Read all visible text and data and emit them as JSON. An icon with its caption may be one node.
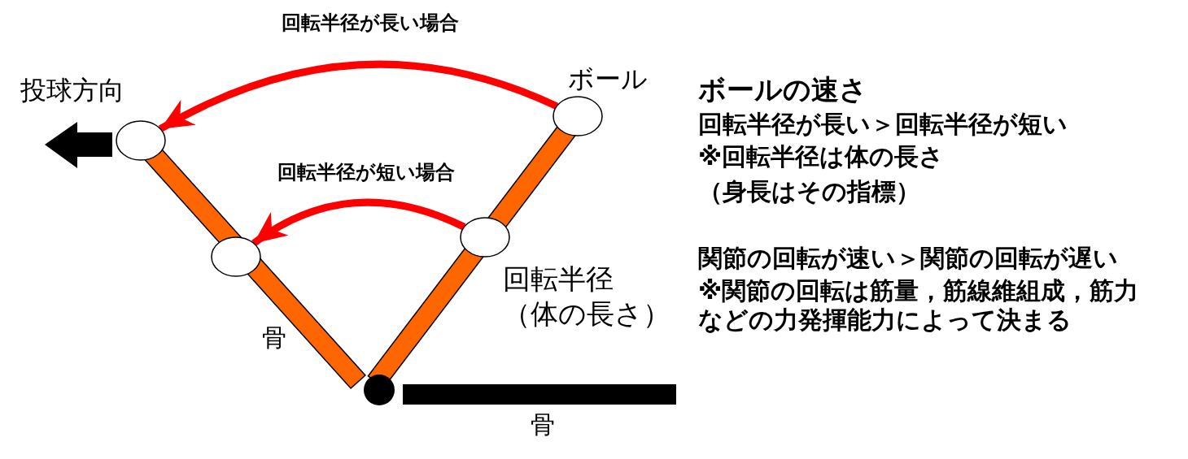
{
  "diagram": {
    "nodes": [
      {
        "text": [],
        "shape": "circle",
        "beside": [
          "ボール"
        ]
      },
      {
        "text": [],
        "shape": "circle"
      },
      {
        "text": [],
        "shape": "circle"
      },
      {
        "text": [],
        "shape": "circle"
      }
    ],
    "edges": [
      {
        "from": 0,
        "to": 1,
        "arrow": "to",
        "label": "回転半径が長い場合"
      },
      {
        "from": 2,
        "to": 3,
        "arrow": "to",
        "label": "回転半径が短い場合"
      }
    ],
    "labels": [
      "投球方向",
      "骨",
      "回転半径（体の長さ）",
      "骨",
      "ボールの速さ",
      "回転半径が長い＞回転半径が短い",
      "※回転半径は体の長さ",
      "（身長はその指標）",
      "関節の回転が速い＞関節の回転が遅い",
      "※関節の回転は筋量，筋線維組成，筋力などの力発揮能力によって決まる"
    ]
  }
}
